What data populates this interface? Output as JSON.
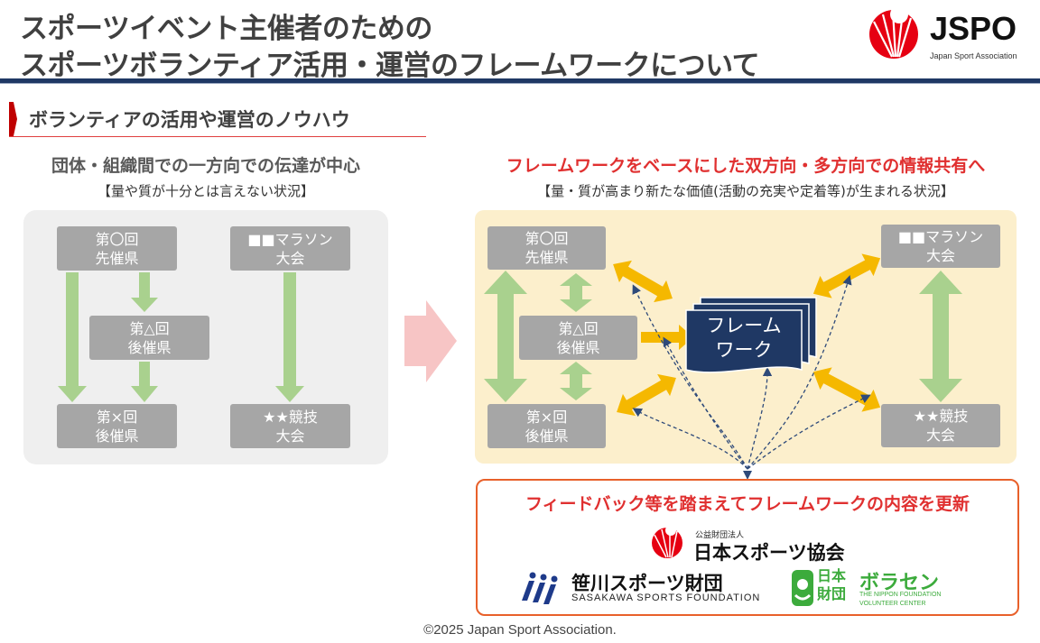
{
  "header": {
    "title_line1": "スポーツイベント主催者のための",
    "title_line2": "スポーツボランティア活用・運営のフレームワークについて",
    "logo_text": "JSPO",
    "logo_sub": "Japan Sport Association"
  },
  "section": {
    "title": "ボランティアの活用や運営のノウハウ"
  },
  "left": {
    "heading": "団体・組織間での一方向での伝達が中心",
    "note": "【量や質が十分とは言えない状況】",
    "boxes": {
      "first": "第〇回\n先催県",
      "mid": "第△回\n後催県",
      "last": "第×回\n後催県",
      "marathon": "■■マラソン\n大会",
      "stars": "★★競技\n大会"
    }
  },
  "right": {
    "heading": "フレームワークをベースにした双方向・多方向での情報共有へ",
    "note": "【量・質が高まり新たな価値(活動の充実や定着等)が生まれる状況】",
    "boxes": {
      "first": "第〇回\n先催県",
      "mid": "第△回\n後催県",
      "last": "第×回\n後催県",
      "marathon": "■■マラソン\n大会",
      "stars": "★★競技\n大会"
    },
    "framework_label": "フレーム\nワーク"
  },
  "feedback": {
    "title": "フィードバック等を踏まえてフレームワークの内容を更新",
    "org1_small": "公益財団法人",
    "org1_name": "日本スポーツ協会",
    "org2_name": "笹川スポーツ財団",
    "org2_sub": "SASAKAWA SPORTS FOUNDATION",
    "org3_mark_top": "日本",
    "org3_mark_bottom": "財団",
    "org3_name": "ボラセン",
    "org3_sub1": "THE NIPPON FOUNDATION",
    "org3_sub2": "VOLUNTEER CENTER"
  },
  "footer": {
    "copyright": "©2025 Japan Sport Association."
  },
  "colors": {
    "navy": "#1f3864",
    "red": "#c00000",
    "green_arrow": "#a9d18e",
    "orange_arrow": "#f5b800",
    "box_gray": "#a6a6a6",
    "panel_yellow": "#fcefcc",
    "framework_blue": "#1f3864"
  }
}
